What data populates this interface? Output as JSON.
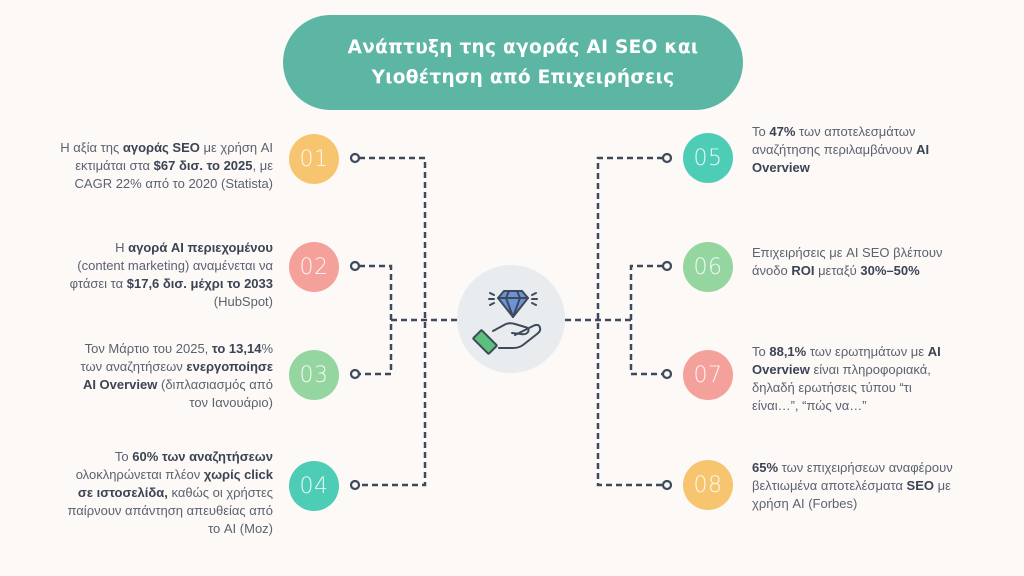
{
  "title": {
    "line1": "Ανάπτυξη της αγοράς AI SEO και",
    "line2": "Υιοθέτηση από Επιχειρήσεις"
  },
  "center_icon": "diamond-in-hand-icon",
  "colors": {
    "background": "#FCF9F6",
    "title_pill": "#5CB6A3",
    "connector": "#3D4A5C",
    "center_circle": "#E8ECEF",
    "orange": "#F7C56F",
    "pink": "#F4A19B",
    "green": "#95D5A0",
    "teal": "#4ECDB6"
  },
  "items": [
    {
      "number": "01",
      "side": "left",
      "color": "#F7C56F",
      "lines": [
        [
          {
            "text": "Η αξία της "
          },
          {
            "text": "αγοράς SEO",
            "bold": true
          },
          {
            "text": " με χρήση AI"
          }
        ],
        [
          {
            "text": "εκτιμάται στα "
          },
          {
            "text": "$67 δισ. το 2025",
            "bold": true
          },
          {
            "text": ", με"
          }
        ],
        [
          {
            "text": "CAGR 22% από το 2020 (Statista)"
          }
        ]
      ]
    },
    {
      "number": "02",
      "side": "left",
      "color": "#F4A19B",
      "lines": [
        [
          {
            "text": "Η "
          },
          {
            "text": "αγορά AI περιεχομένου",
            "bold": true
          }
        ],
        [
          {
            "text": "(content marketing) αναμένεται να"
          }
        ],
        [
          {
            "text": "φτάσει τα "
          },
          {
            "text": "$17,6 δισ. μέχρι το 2033",
            "bold": true
          }
        ],
        [
          {
            "text": "(HubSpot)"
          }
        ]
      ]
    },
    {
      "number": "03",
      "side": "left",
      "color": "#95D5A0",
      "lines": [
        [
          {
            "text": "Τον Μάρτιο του 2025, "
          },
          {
            "text": "το 13,14",
            "bold": true
          },
          {
            "text": "%"
          }
        ],
        [
          {
            "text": "των αναζητήσεων "
          },
          {
            "text": "ενεργοποίησε",
            "bold": true
          }
        ],
        [
          {
            "text": "AI Overview",
            "bold": true
          },
          {
            "text": " (διπλασιασμός από"
          }
        ],
        [
          {
            "text": "τον Ιανουάριο)"
          }
        ]
      ]
    },
    {
      "number": "04",
      "side": "left",
      "color": "#4ECDB6",
      "lines": [
        [
          {
            "text": "Το "
          },
          {
            "text": "60% των αναζητήσεων",
            "bold": true
          }
        ],
        [
          {
            "text": "ολοκληρώνεται πλέον "
          },
          {
            "text": "χωρίς click",
            "bold": true
          }
        ],
        [
          {
            "text": "σε ιστοσελίδα,",
            "bold": true
          },
          {
            "text": " καθώς οι χρήστες"
          }
        ],
        [
          {
            "text": "παίρνουν απάντηση απευθείας από"
          }
        ],
        [
          {
            "text": "το AI (Moz)"
          }
        ]
      ]
    },
    {
      "number": "05",
      "side": "right",
      "color": "#4ECDB6",
      "lines": [
        [
          {
            "text": "Το "
          },
          {
            "text": "47%",
            "bold": true
          },
          {
            "text": " των αποτελεσμάτων"
          }
        ],
        [
          {
            "text": "αναζήτησης περιλαμβάνουν "
          },
          {
            "text": "AI",
            "bold": true
          }
        ],
        [
          {
            "text": "Overview",
            "bold": true
          }
        ]
      ]
    },
    {
      "number": "06",
      "side": "right",
      "color": "#95D5A0",
      "lines": [
        [
          {
            "text": "Επιχειρήσεις με AI SEO βλέπουν"
          }
        ],
        [
          {
            "text": "άνοδο "
          },
          {
            "text": "ROI",
            "bold": true
          },
          {
            "text": " μεταξύ "
          },
          {
            "text": "30%–50%",
            "bold": true
          }
        ]
      ]
    },
    {
      "number": "07",
      "side": "right",
      "color": "#F4A19B",
      "lines": [
        [
          {
            "text": "Το "
          },
          {
            "text": "88,1%",
            "bold": true
          },
          {
            "text": " των ερωτημάτων με "
          },
          {
            "text": "AI",
            "bold": true
          }
        ],
        [
          {
            "text": "Overview",
            "bold": true
          },
          {
            "text": " είναι πληροφοριακά,"
          }
        ],
        [
          {
            "text": "δηλαδή ερωτήσεις τύπου “τι"
          }
        ],
        [
          {
            "text": "είναι…”, “πώς να…”"
          }
        ]
      ]
    },
    {
      "number": "08",
      "side": "right",
      "color": "#F7C56F",
      "lines": [
        [
          {
            "text": "65%",
            "bold": true
          },
          {
            "text": " των επιχειρήσεων αναφέρουν"
          }
        ],
        [
          {
            "text": "βελτιωμένα αποτελέσματα "
          },
          {
            "text": "SEO",
            "bold": true
          },
          {
            "text": " με"
          }
        ],
        [
          {
            "text": "χρήση AI (Forbes)"
          }
        ]
      ]
    }
  ]
}
